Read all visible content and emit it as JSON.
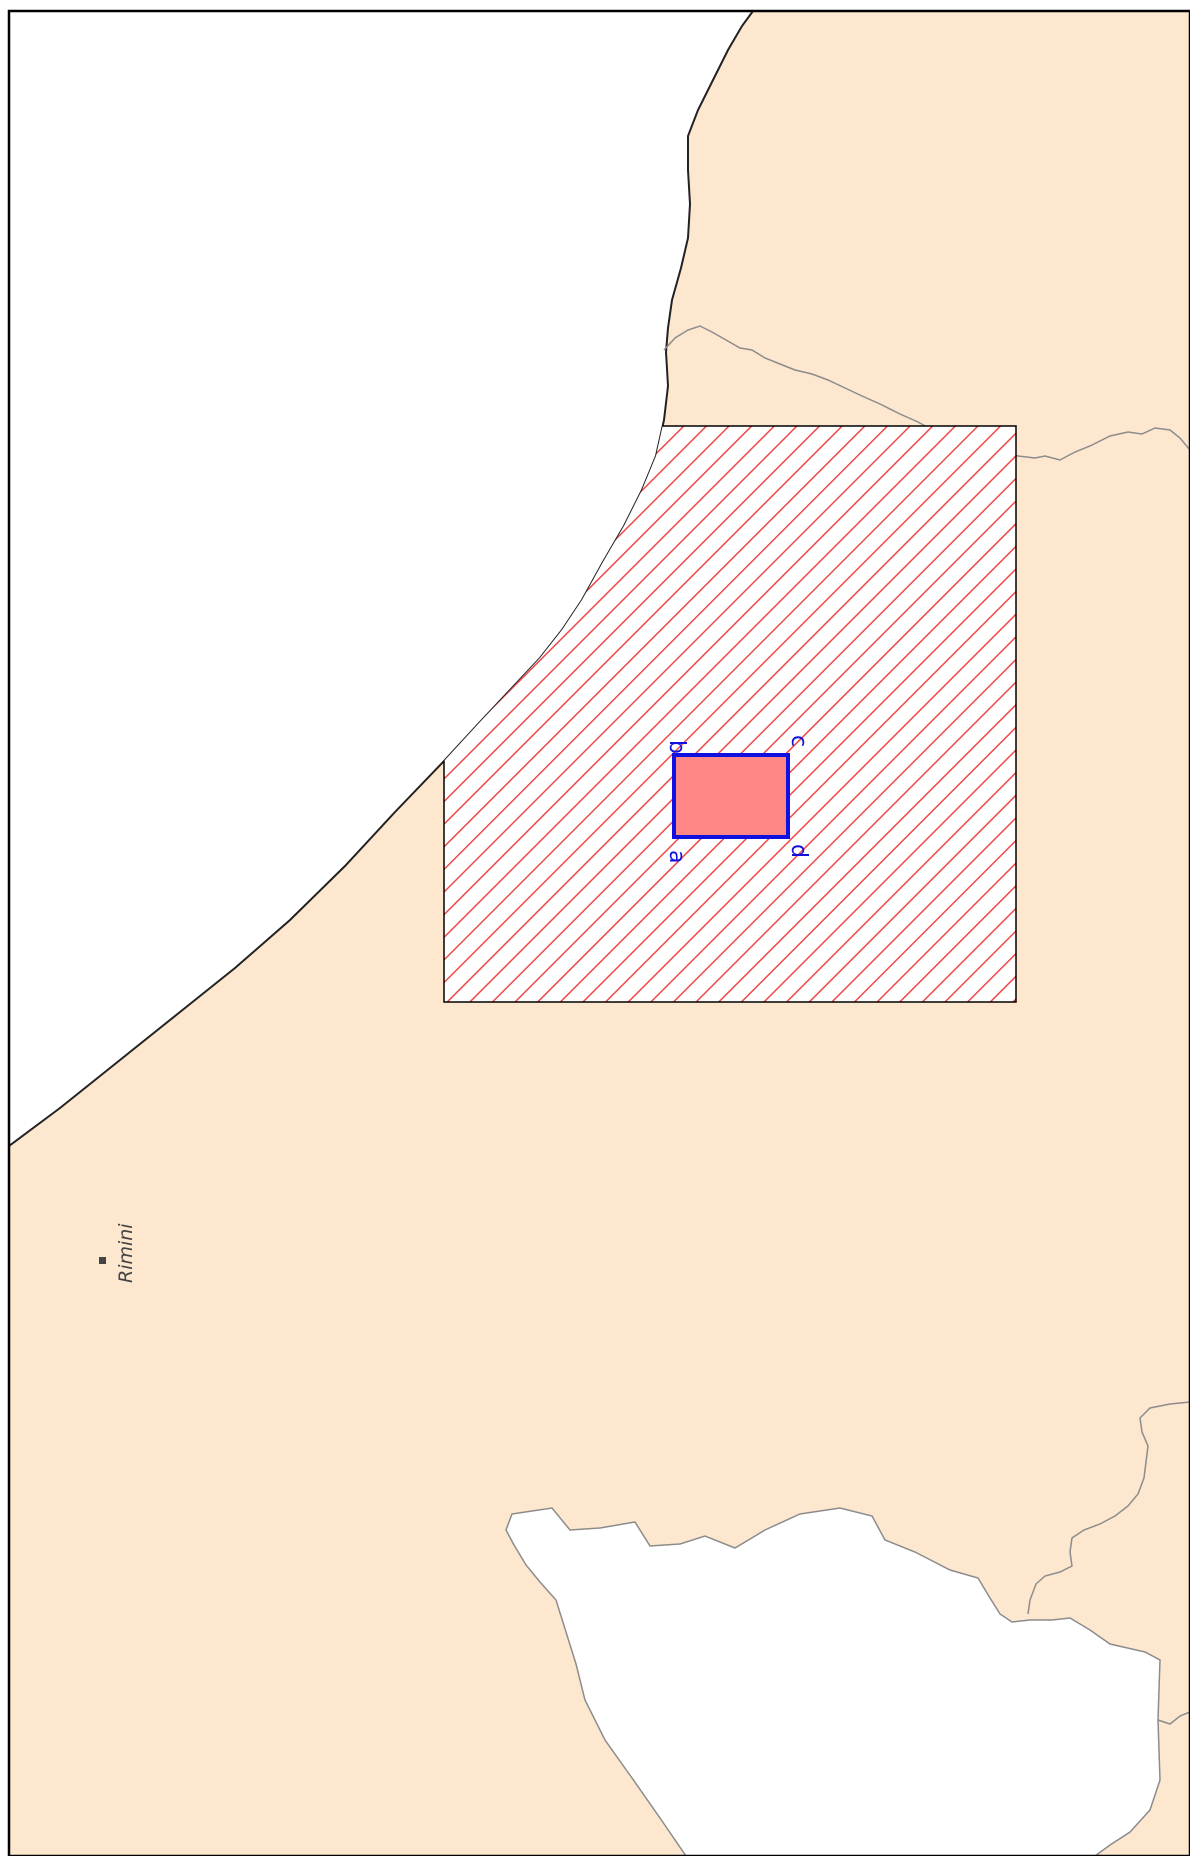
{
  "map": {
    "colors": {
      "land": "#fde7cf",
      "sea": "#ffffff",
      "boundary": "#8c8c8c",
      "coastline": "#222222",
      "hatch": "#f04848",
      "target_fill": "#ff8686",
      "target_outline": "#1010e0",
      "frame": "#000000",
      "label_text": "#444444",
      "corner_text": "#1010e0"
    },
    "places": [
      {
        "name": "Rimini",
        "symbol": "square-marker"
      }
    ],
    "target_area": {
      "corners": [
        "a",
        "b",
        "c",
        "d"
      ]
    }
  }
}
